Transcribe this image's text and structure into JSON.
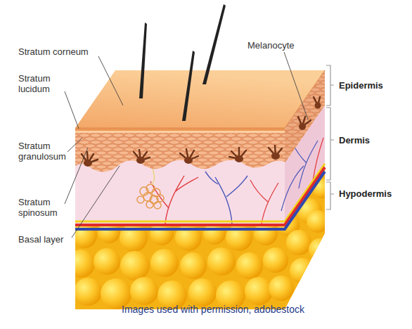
{
  "diagram": {
    "caption": "Images used with permission, adobestock",
    "labels": [
      "Stratum corneum",
      "Stratum lucidum",
      "Stratum granulosum",
      "Stratum spinosum",
      "Basal layer",
      "Melanocyte",
      "Epidermis",
      "Dermis",
      "Hypodermis"
    ]
  }
}
